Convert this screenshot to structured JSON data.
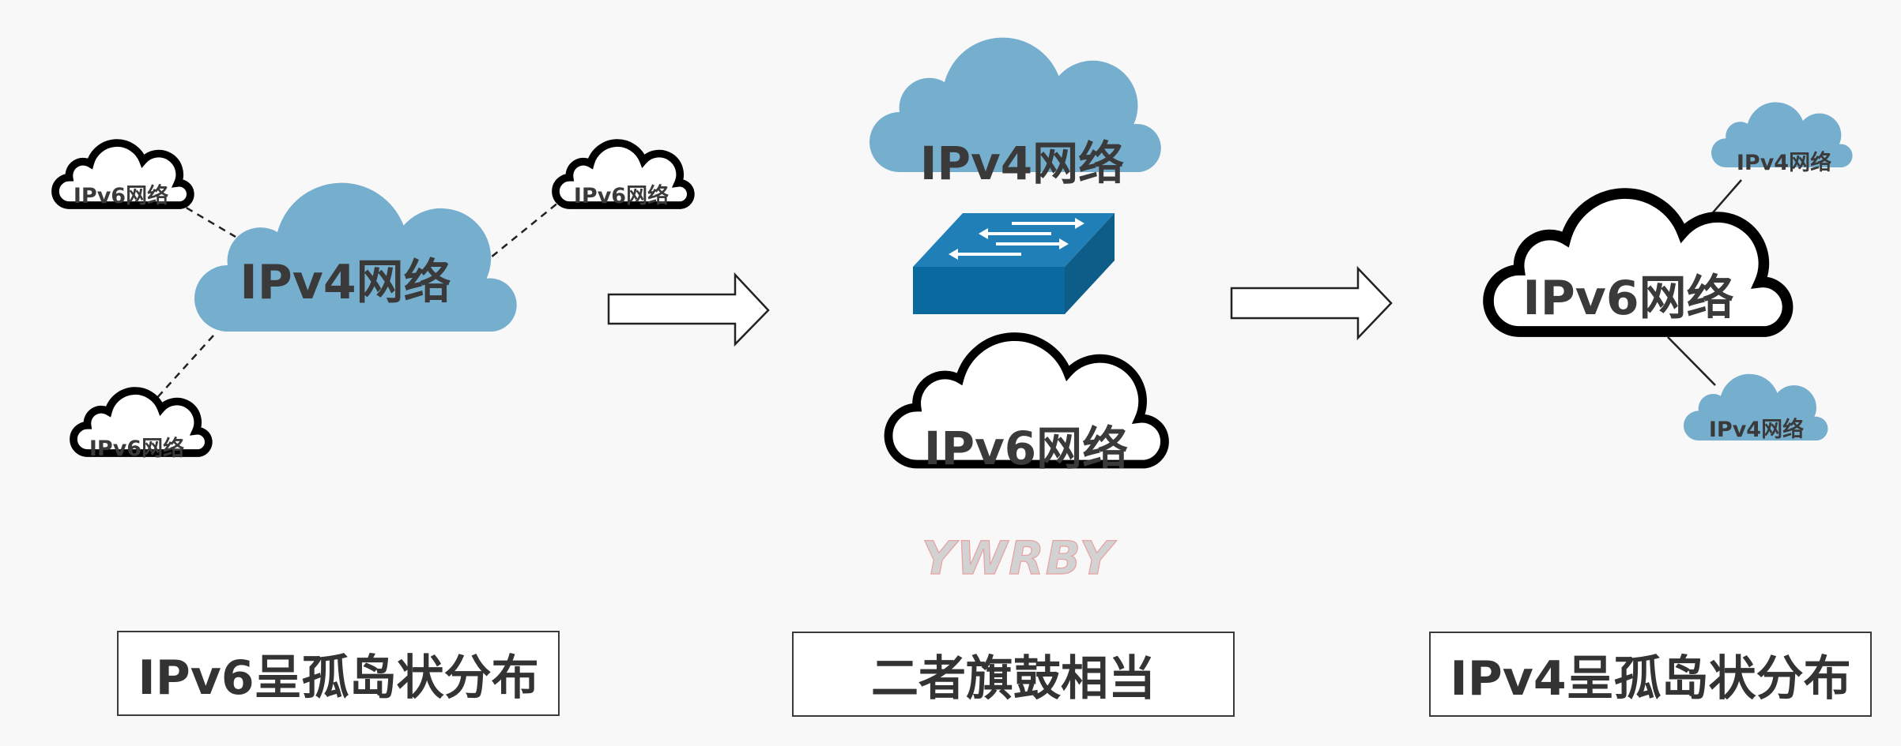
{
  "colors": {
    "ipv4_cloud": "#76aece",
    "ipv6_outline": "#000000",
    "text": "#3a3a3a",
    "switch_top": "#1f7fb6",
    "switch_front": "#0a6aa0",
    "switch_side": "#0e5c88"
  },
  "panels": {
    "left": {
      "center_cloud_label": "IPv4网络",
      "small_clouds": [
        "IPv6网络",
        "IPv6网络",
        "IPv6网络"
      ],
      "caption": "IPv6呈孤岛状分布"
    },
    "middle": {
      "top_cloud_label": "IPv4网络",
      "bottom_cloud_label": "IPv6网络",
      "switch_icon": "network-switch-icon",
      "watermark": "YWRBY",
      "caption": "二者旗鼓相当"
    },
    "right": {
      "center_cloud_label": "IPv6网络",
      "small_clouds": [
        "IPv4网络",
        "IPv4网络"
      ],
      "caption": "IPv4呈孤岛状分布"
    }
  }
}
